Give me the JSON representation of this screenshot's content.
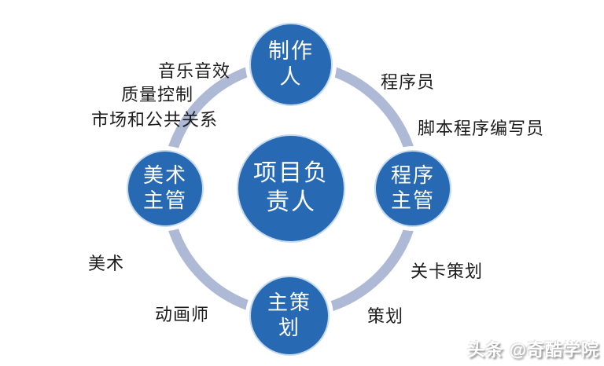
{
  "diagram": {
    "title_semantic": "game-project-team-structure",
    "center_node": {
      "id": "project-leader",
      "lines": [
        "项目负",
        "责人"
      ]
    },
    "nodes": [
      {
        "id": "producer",
        "position": "top",
        "lines": [
          "制作",
          "人"
        ]
      },
      {
        "id": "program-director",
        "position": "right",
        "lines": [
          "程序",
          "主管"
        ]
      },
      {
        "id": "chief-planner",
        "position": "bottom",
        "lines": [
          "主策",
          "划"
        ]
      },
      {
        "id": "art-director",
        "position": "left",
        "lines": [
          "美术",
          "主管"
        ]
      }
    ],
    "side_labels": [
      {
        "id": "music-sound",
        "text": "音乐音效"
      },
      {
        "id": "quality-control",
        "text": "质量控制"
      },
      {
        "id": "marketing-pr",
        "text": "市场和公共关系"
      },
      {
        "id": "programmer",
        "text": "程序员"
      },
      {
        "id": "script-programmer",
        "text": "脚本程序编写员"
      },
      {
        "id": "art",
        "text": "美术"
      },
      {
        "id": "animator",
        "text": "动画师"
      },
      {
        "id": "level-designer",
        "text": "关卡策划"
      },
      {
        "id": "planner",
        "text": "策划"
      }
    ],
    "colors": {
      "node_fill": "#2769b2",
      "node_rim": "#c2d9ee",
      "ring": "#aeb9d6",
      "label_text": "#1c1c1c",
      "node_text": "#ffffff",
      "background": "#ffffff"
    }
  },
  "watermark": {
    "text": "头条 @奇酷学院"
  }
}
